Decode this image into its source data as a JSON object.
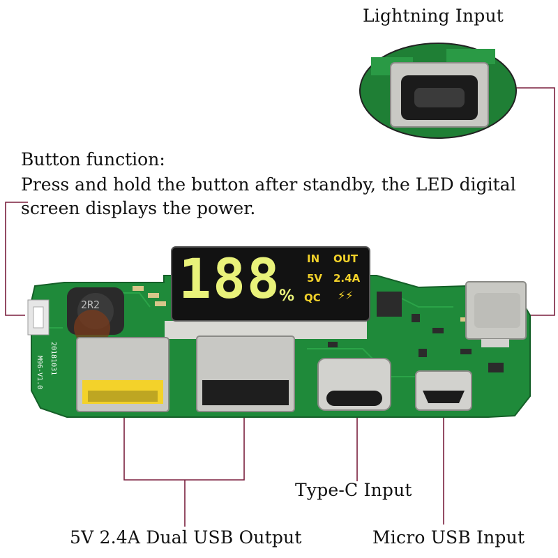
{
  "labels": {
    "lightning_input": "Lightning Input",
    "button_function_title": "Button function:",
    "button_function_line1": "Press and hold the button after standby, the LED digital",
    "button_function_line2": "screen displays the power.",
    "type_c_input": "Type-C Input",
    "dual_usb_output": "5V 2.4A Dual USB Output",
    "micro_usb_input": "Micro USB Input"
  },
  "display": {
    "digits": "188",
    "percent": "%",
    "in": "IN",
    "out": "OUT",
    "voltage": "5V",
    "current": "2.4A",
    "qc": "QC",
    "flash": "⚡⚡"
  },
  "board": {
    "inductor_marking": "2R2",
    "version_marking": "M96-V1.0",
    "date_marking": "20181031"
  },
  "colors": {
    "pcb": "#1f8a3a",
    "callout_line": "#7a1f3d",
    "digit": "#e9f27a",
    "usb_yellow": "#f3d22a"
  }
}
